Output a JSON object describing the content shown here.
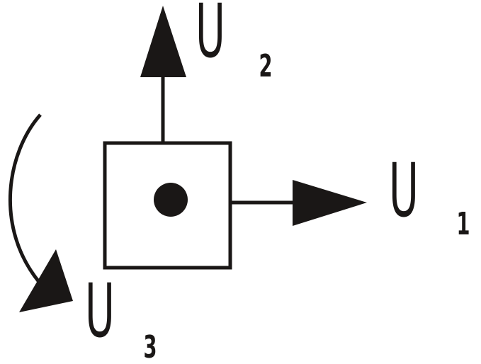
{
  "diagram": {
    "colors": {
      "ink": "#1a1716",
      "background": "#ffffff"
    },
    "labels": {
      "u1": {
        "letter": "U",
        "subscript": "1"
      },
      "u2": {
        "letter": "U",
        "subscript": "2"
      },
      "u3": {
        "letter": "U",
        "subscript": "3"
      }
    },
    "elements": {
      "block": "square",
      "center_node": "filled-circle",
      "u1_arrow": "right-arrow",
      "u2_arrow": "up-arrow",
      "u3_arrow": "curved-rotation-arrow"
    }
  }
}
